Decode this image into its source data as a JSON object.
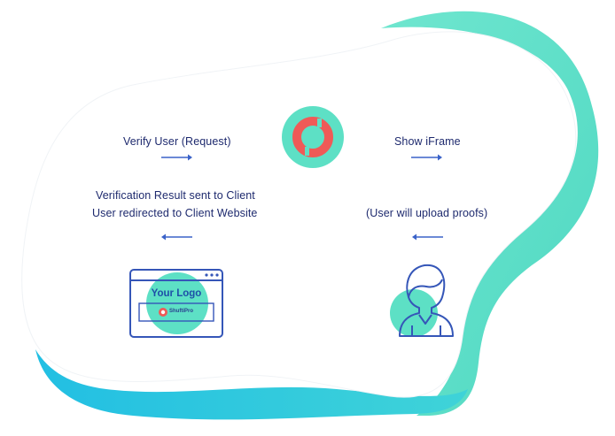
{
  "steps": {
    "verify_request": "Verify User (Request)",
    "show_iframe": "Show iFrame",
    "result_line1": "Verification Result  sent to Client",
    "result_line2": "User redirected to Client Website",
    "upload_proofs": "(User will upload proofs)"
  },
  "browser": {
    "logo_text": "Your Logo",
    "brand_text": "ShuftiPro"
  },
  "colors": {
    "teal": "#5de0c5",
    "teal_light": "#7fe9d4",
    "cyan": "#2ec7e0",
    "coral": "#ef5a57",
    "navy": "#1e2a6e",
    "arrow_blue": "#3a62c9",
    "outline_blue": "#3556b8"
  },
  "icons": {
    "center": "shuftipro-logo-icon",
    "client": "browser-window-icon",
    "user": "user-silhouette-icon"
  }
}
